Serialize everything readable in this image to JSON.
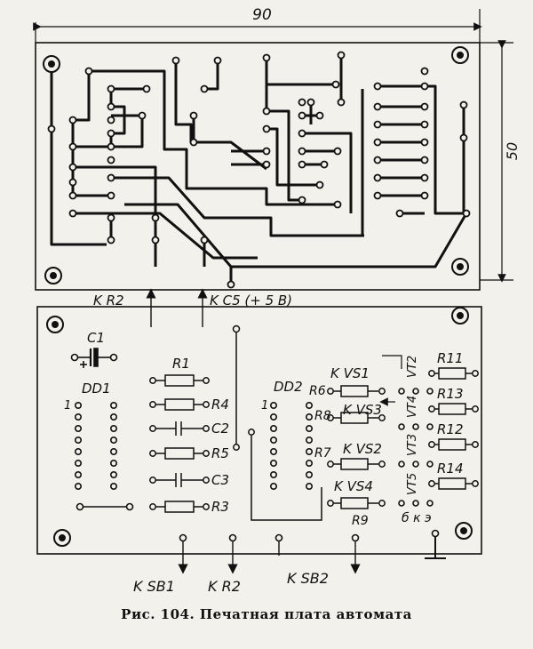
{
  "dimensions": {
    "width": "90",
    "height": "50"
  },
  "top_board": {},
  "bottom_board": {
    "capacitor_c1": "C1",
    "chip_dd1": "DD1",
    "chip_dd2": "DD2",
    "pin1_dd1": "1",
    "pin1_dd2": "1",
    "resistors": [
      "R1",
      "R4",
      "R5",
      "R3",
      "R6",
      "R8",
      "R7",
      "R9",
      "R11",
      "R13",
      "R12",
      "R14"
    ],
    "capacitors": [
      "C2",
      "C3"
    ],
    "triggers": [
      "K VS1",
      "K VS3",
      "K VS2",
      "K VS4"
    ],
    "transistors": [
      "VT2",
      "VT4",
      "VT3",
      "VT5"
    ],
    "pins_bke": "б к э"
  },
  "connections": {
    "k_r2_top": "K R2",
    "k_c5": "K  C5 (+ 5 B)",
    "k_sb1": "K SB1",
    "k_r2_bottom": "K R2",
    "k_sb2": "K SB2"
  },
  "caption": "Рис. 104. Печатная плата автомата"
}
